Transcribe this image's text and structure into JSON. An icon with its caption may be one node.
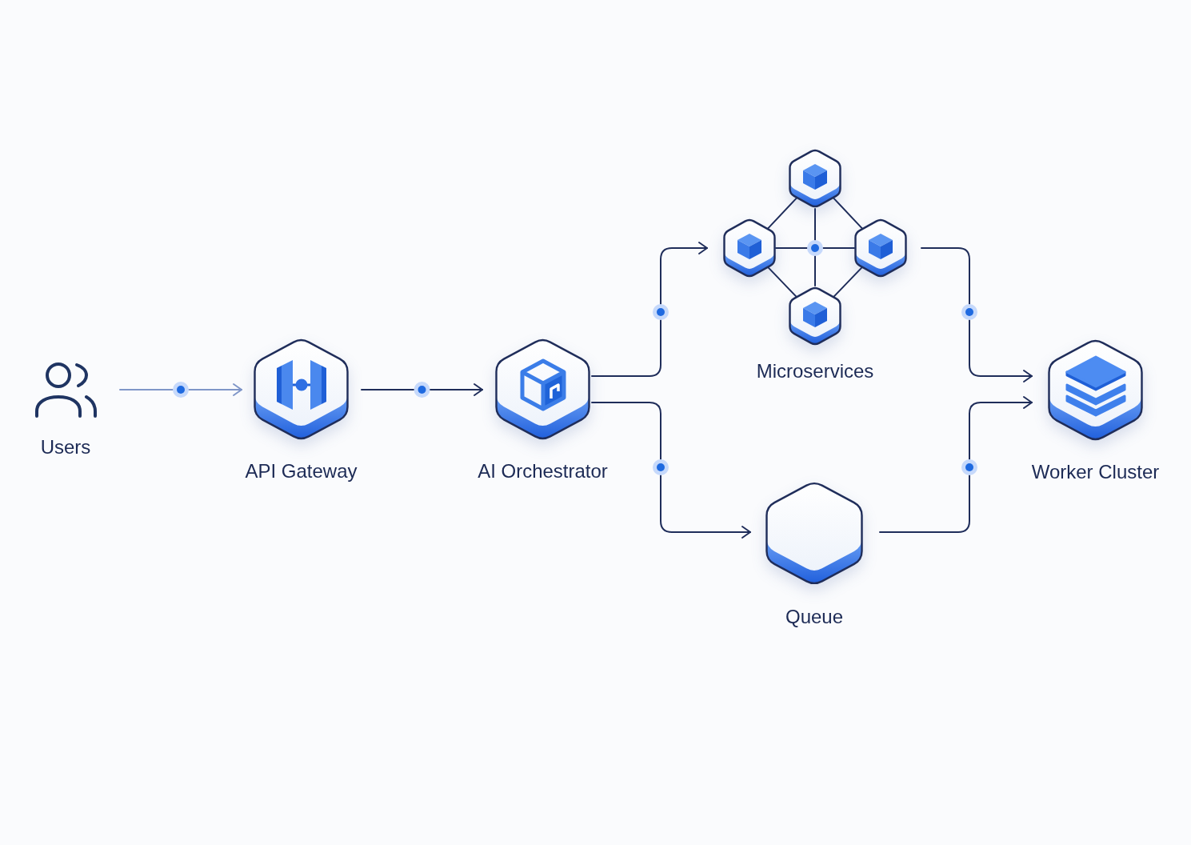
{
  "diagram": {
    "nodes": [
      {
        "text": [
          "Users"
        ]
      },
      {
        "text": [
          "API Gateway"
        ]
      },
      {
        "text": [
          "AI Orchestrator"
        ]
      },
      {
        "text": [
          "Microservices"
        ]
      },
      {
        "text": [],
        "shape": "hexagon",
        "in": 3
      },
      {
        "text": [],
        "shape": "hexagon",
        "in": 3
      },
      {
        "text": [],
        "shape": "hexagon",
        "in": 3
      },
      {
        "text": [],
        "shape": "hexagon",
        "in": 3
      },
      {
        "text": [
          "Queue"
        ]
      },
      {
        "text": [
          "Worker Cluster"
        ]
      }
    ],
    "edges": [
      {
        "from": 0,
        "to": 1,
        "arrow": "to",
        "color": "#7f96c8"
      },
      {
        "from": 1,
        "to": 2,
        "arrow": "to"
      },
      {
        "from": 2,
        "to": 3,
        "arrow": "to"
      },
      {
        "from": 2,
        "to": 8,
        "arrow": "to"
      },
      {
        "from": 3,
        "to": 9,
        "arrow": "to"
      },
      {
        "from": 8,
        "to": 9,
        "arrow": "to"
      },
      {
        "from": 4,
        "to": 5,
        "arrow": "none"
      },
      {
        "from": 4,
        "to": 6,
        "arrow": "none"
      },
      {
        "from": 5,
        "to": 7,
        "arrow": "none"
      },
      {
        "from": 6,
        "to": 7,
        "arrow": "none"
      },
      {
        "from": 5,
        "to": 6,
        "arrow": "none"
      },
      {
        "from": 4,
        "to": 7,
        "arrow": "none"
      }
    ]
  }
}
